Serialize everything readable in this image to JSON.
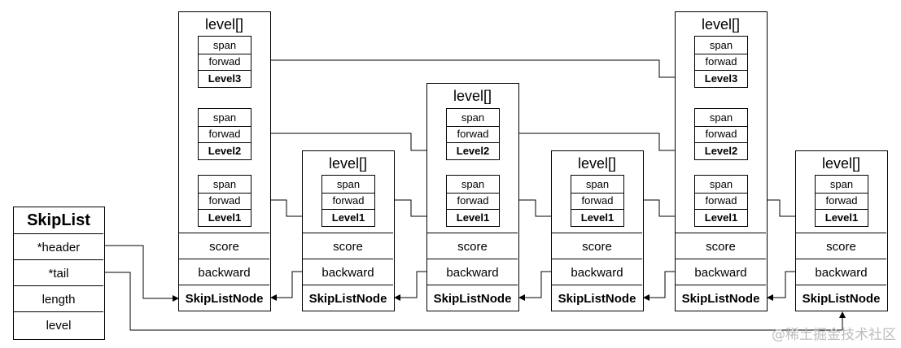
{
  "skiplist": {
    "title": "SkipList",
    "fields": [
      "*header",
      "*tail",
      "length",
      "level"
    ]
  },
  "node": {
    "level_title": "level[]",
    "span": "span",
    "forward": "forwad",
    "score": "score",
    "backward": "backward",
    "name": "SkipListNode"
  },
  "nodes": [
    {
      "levels": [
        "Level3",
        "Level2",
        "Level1"
      ]
    },
    {
      "levels": [
        "Level1"
      ]
    },
    {
      "levels": [
        "Level2",
        "Level1"
      ]
    },
    {
      "levels": [
        "Level1"
      ]
    },
    {
      "levels": [
        "Level3",
        "Level2",
        "Level1"
      ]
    },
    {
      "levels": [
        "Level1"
      ]
    }
  ],
  "watermark": "@稀土掘金技术社区"
}
